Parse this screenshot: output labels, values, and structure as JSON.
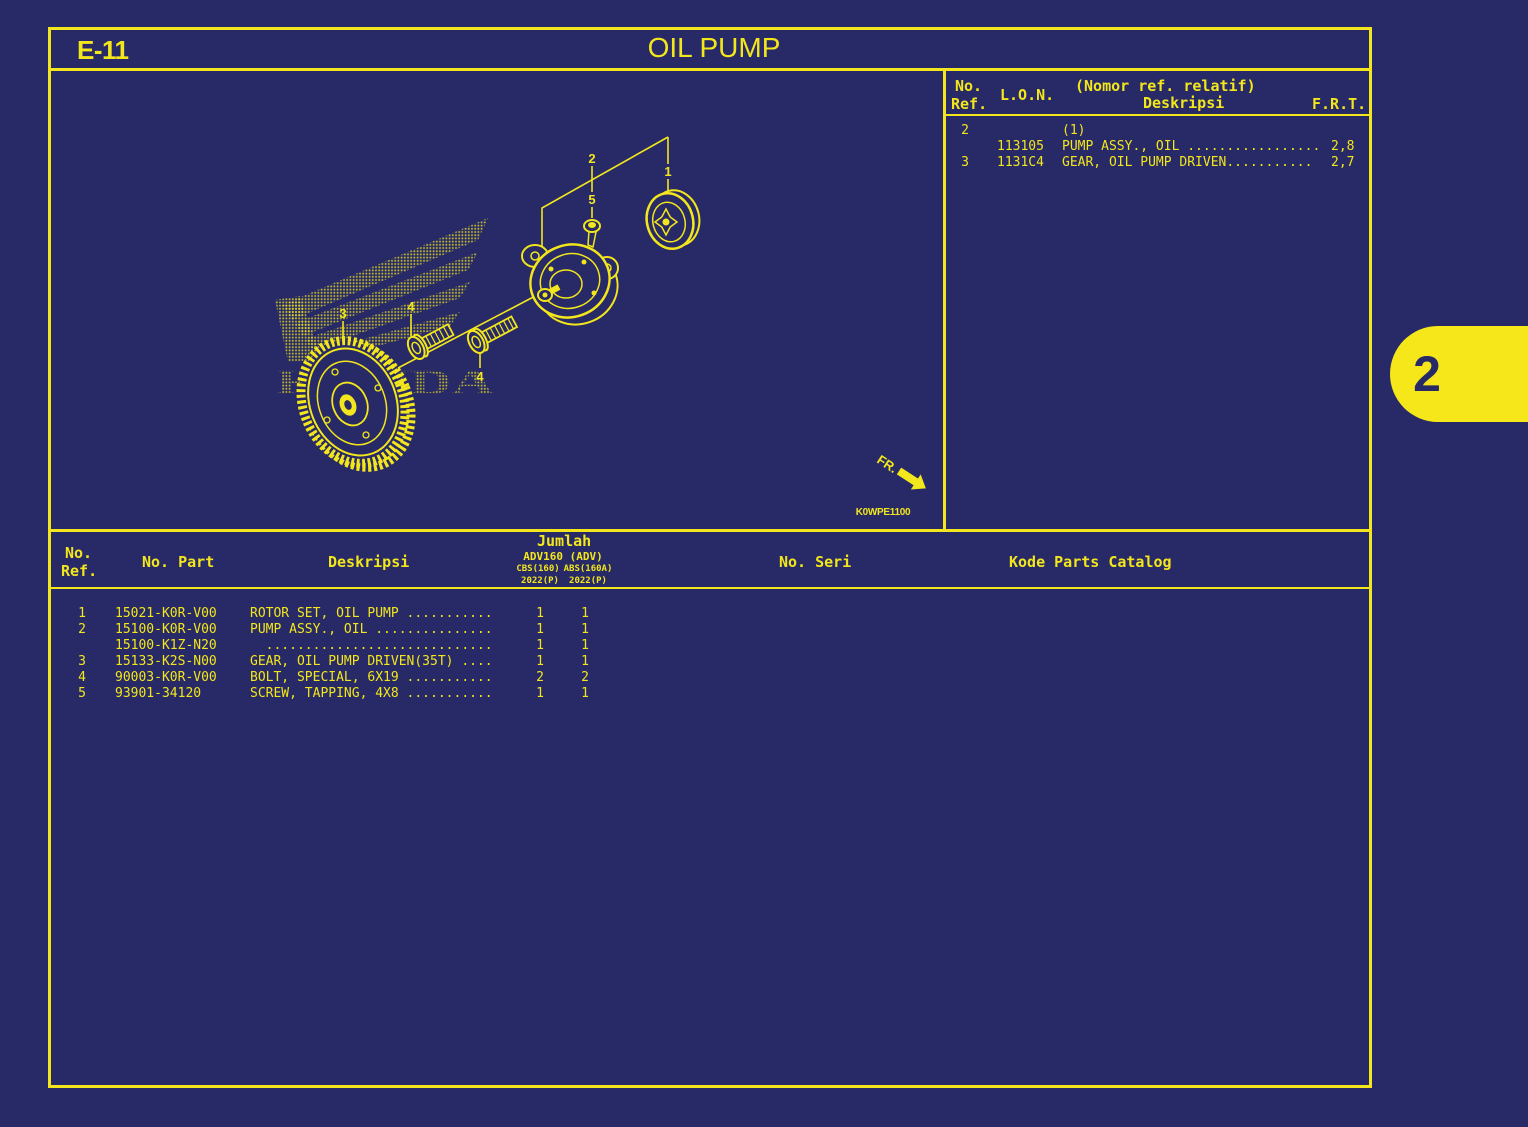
{
  "header": {
    "code": "E-11",
    "title": "OIL PUMP"
  },
  "reference_panel": {
    "header": {
      "no": "No.",
      "ref": "Ref.",
      "lon": "L.O.N.",
      "relative_ref": "(Nomor ref. relatif)",
      "description": "Deskripsi",
      "frt": "F.R.T."
    },
    "rows": [
      {
        "ref": "2",
        "lon": "",
        "description": "(1)",
        "frt": ""
      },
      {
        "ref": "",
        "lon": "113105",
        "description": "PUMP ASSY., OIL .................",
        "frt": "2,8"
      },
      {
        "ref": "3",
        "lon": "1131C4",
        "description": "GEAR, OIL PUMP DRIVEN...........",
        "frt": "2,7"
      }
    ]
  },
  "diagram": {
    "logo_text": "HONDA",
    "callouts": {
      "rotor_set": "1",
      "pump_assy": "2",
      "driven_gear": "3",
      "bolt_a": "4",
      "bolt_b": "4",
      "tapping_screw": "5"
    },
    "direction_label": "FR.",
    "figure_code": "K0WPE1100"
  },
  "parts_table": {
    "header": {
      "no": "No.",
      "ref": "Ref.",
      "part_no": "No. Part",
      "description": "Deskripsi",
      "quantity": "Jumlah",
      "model": "ADV160 (ADV)",
      "variant_1": "CBS(160)",
      "variant_2": "ABS(160A)",
      "year_1": "2022(P)",
      "year_2": "2022(P)",
      "serial_no": "No. Seri",
      "catalog_code": "Kode Parts Catalog"
    },
    "rows": [
      {
        "ref": "1",
        "part_no": "15021-K0R-V00",
        "description": "ROTOR SET, OIL PUMP ...........",
        "qty_1": "1",
        "qty_2": "1"
      },
      {
        "ref": "2",
        "part_no": "15100-K0R-V00",
        "description": "PUMP ASSY., OIL ...............",
        "qty_1": "1",
        "qty_2": "1"
      },
      {
        "ref": "",
        "part_no": "15100-K1Z-N20",
        "description": "  .............................",
        "qty_1": "1",
        "qty_2": "1"
      },
      {
        "ref": "3",
        "part_no": "15133-K2S-N00",
        "description": "GEAR, OIL PUMP DRIVEN(35T) ....",
        "qty_1": "1",
        "qty_2": "1"
      },
      {
        "ref": "4",
        "part_no": "90003-K0R-V00",
        "description": "BOLT, SPECIAL, 6X19 ...........",
        "qty_1": "2",
        "qty_2": "2"
      },
      {
        "ref": "5",
        "part_no": "93901-34120",
        "description": "SCREW, TAPPING, 4X8 ...........",
        "qty_1": "1",
        "qty_2": "1"
      }
    ]
  },
  "side_tab": {
    "label": "2"
  },
  "colors": {
    "background": "#272a66",
    "accent": "#f3e61c",
    "tab": "#f5e71a"
  }
}
